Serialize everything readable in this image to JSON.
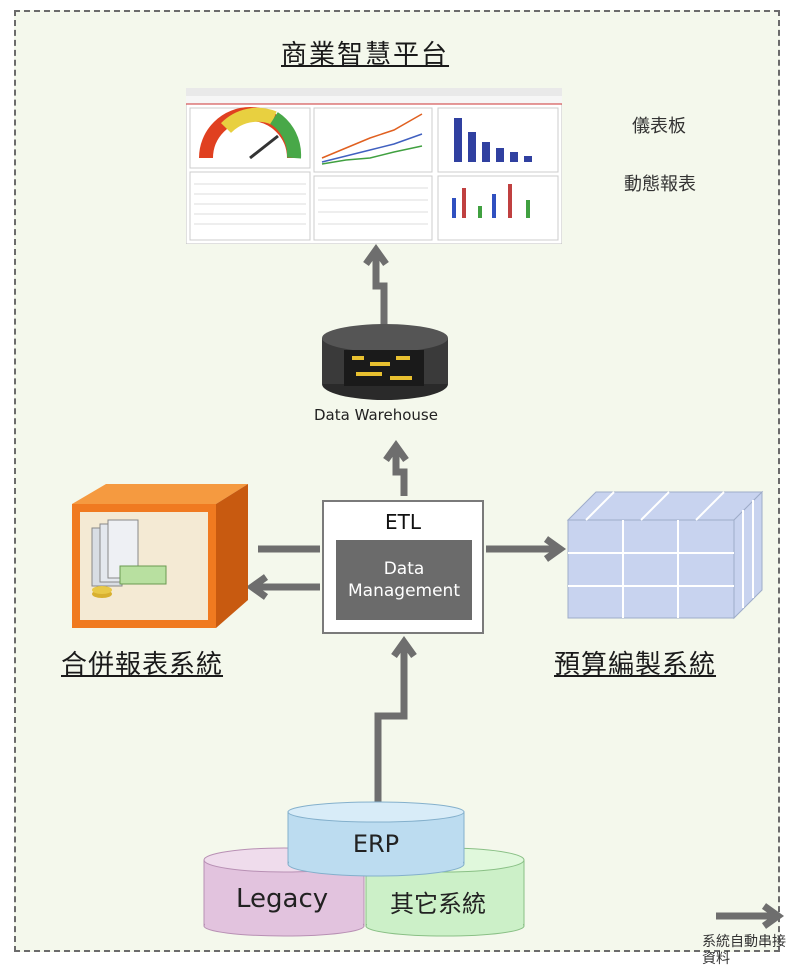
{
  "title": "商業智慧平台",
  "dashboard_labels": {
    "label1": "儀表板",
    "label2": "動態報表"
  },
  "data_warehouse_label": "Data Warehouse",
  "etl": {
    "title": "ETL",
    "inner_line1": "Data",
    "inner_line2": "Management"
  },
  "left_system_label": "合併報表系統",
  "right_system_label": "預算編製系統",
  "databases": {
    "erp": "ERP",
    "legacy": "Legacy",
    "other": "其它系統"
  },
  "legend": {
    "line1": "系統自動串接",
    "line2": "資料"
  },
  "colors": {
    "frame_bg": "#f4f8ec",
    "arrow": "#6e6e6e",
    "erp_cyl": "#bcdcf0",
    "legacy_cyl": "#e2c3de",
    "other_cyl": "#ccf0c8",
    "etl_inner": "#6b6b6b",
    "box_orange": "#f07a20",
    "cube_blue": "#b9c8ec"
  },
  "icons": {
    "dashboard": "dashboard-screenshot-icon",
    "warehouse": "database-icon",
    "report": "report-box-icon",
    "olap": "olap-cube-icon"
  }
}
